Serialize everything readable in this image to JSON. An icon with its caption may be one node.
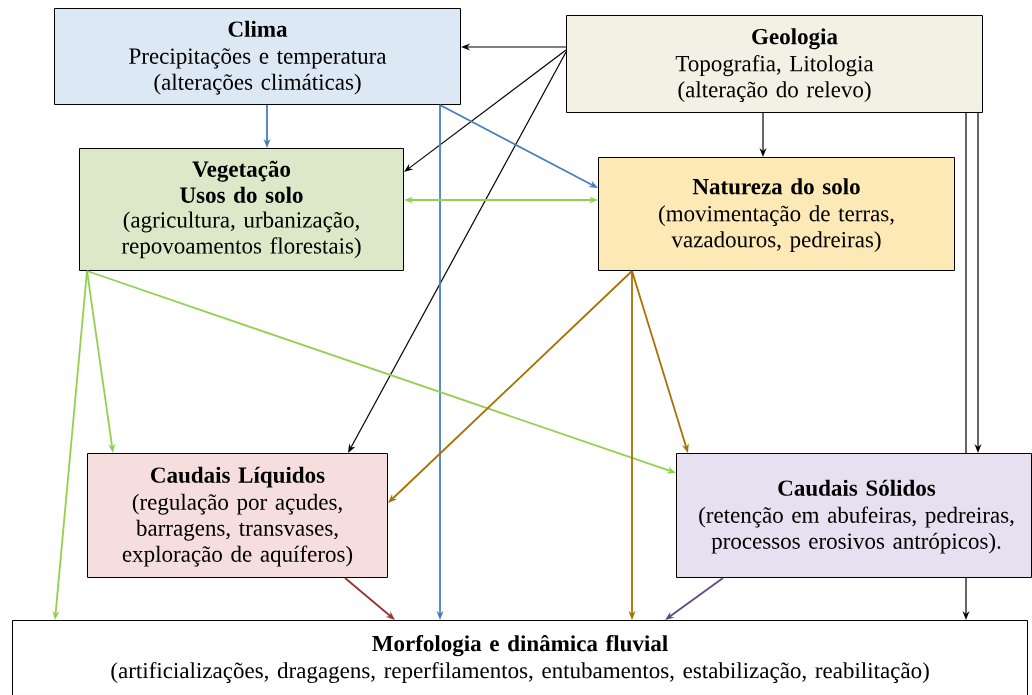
{
  "diagram": {
    "nodes": [
      {
        "text": [
          "Clima",
          "Precipitações e temperatura (alterações climáticas)"
        ]
      },
      {
        "text": [
          "Geologia",
          "Topografia, Litologia (alteração do relevo)"
        ]
      },
      {
        "text": [
          "Vegetação Usos do solo",
          "(agricultura, urbanização, repovoamentos florestais)"
        ]
      },
      {
        "text": [
          "Natureza do solo",
          "(movimentação de terras, vazadouros, pedreiras)"
        ]
      },
      {
        "text": [
          "Caudais Líquidos",
          "(regulação por açudes, barragens, transvases, exploração de aquíferos)"
        ]
      },
      {
        "text": [
          "Caudais Sólidos",
          "(retenção em abufeiras, pedreiras, processos erosivos antrópicos)."
        ]
      },
      {
        "text": [
          "Morfologia e dinâmica fluvial",
          "(artificializações, dragagens, reperfilamentos, entubamentos, estabilização, reabilitação)"
        ]
      }
    ],
    "edges": [
      {
        "from": 1,
        "to": 0,
        "arrow": "to"
      },
      {
        "from": 1,
        "to": 2,
        "arrow": "to"
      },
      {
        "from": 1,
        "to": 4,
        "arrow": "to"
      },
      {
        "from": 1,
        "to": 3,
        "arrow": "to"
      },
      {
        "from": 1,
        "to": 5,
        "arrow": "to"
      },
      {
        "from": 1,
        "to": 5,
        "arrow": "none"
      },
      {
        "from": 0,
        "to": 2,
        "arrow": "to",
        "color": "#4a7ebb"
      },
      {
        "from": 0,
        "to": 6,
        "arrow": "to",
        "color": "#4a7ebb"
      },
      {
        "from": 0,
        "to": 3,
        "arrow": "to",
        "color": "#4a7ebb"
      },
      {
        "from": 2,
        "to": 3,
        "arrow": "both",
        "color": "#92d050"
      },
      {
        "from": 2,
        "to": 6,
        "arrow": "to",
        "color": "#92d050"
      },
      {
        "from": 2,
        "to": 4,
        "arrow": "to",
        "color": "#92d050"
      },
      {
        "from": 2,
        "to": 5,
        "arrow": "to",
        "color": "#92d050"
      },
      {
        "from": 3,
        "to": 4,
        "arrow": "to",
        "color": "#a87000"
      },
      {
        "from": 3,
        "to": 6,
        "arrow": "to",
        "color": "#a87000"
      },
      {
        "from": 3,
        "to": 5,
        "arrow": "to",
        "color": "#a87000"
      },
      {
        "from": 4,
        "to": 6,
        "arrow": "to",
        "color": "#943634"
      },
      {
        "from": 5,
        "to": 6,
        "arrow": "to",
        "color": "#604a7b"
      },
      {
        "from": 5,
        "to": 6,
        "arrow": "to"
      }
    ]
  }
}
